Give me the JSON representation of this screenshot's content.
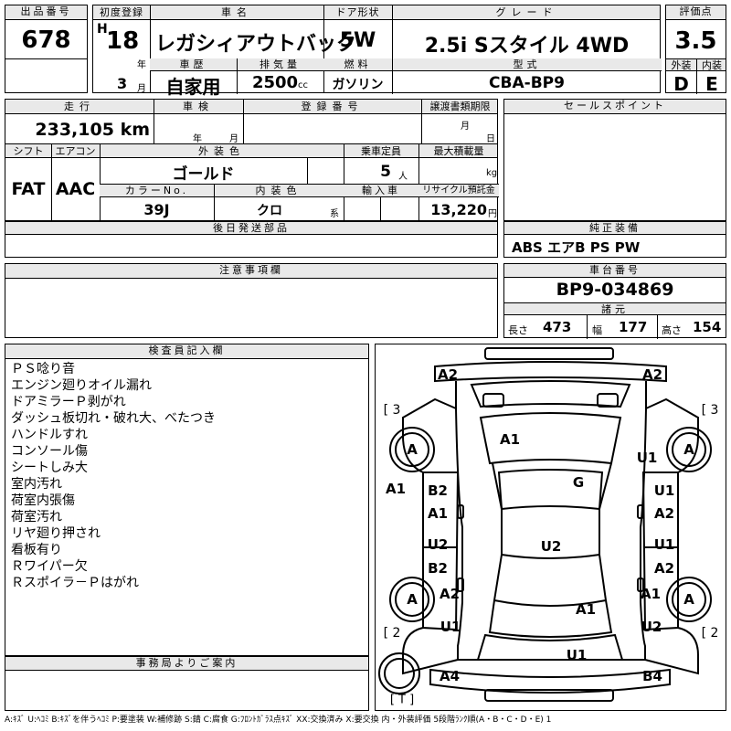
{
  "lot": {
    "label": "出品番号",
    "value": "678"
  },
  "reg": {
    "label": "初度登録",
    "era": "H",
    "year": "18",
    "year_unit": "年",
    "month": "3",
    "month_unit": "月"
  },
  "car_name": {
    "label": "車名",
    "value": "レガシィアウトバック"
  },
  "doors": {
    "label": "ドア形状",
    "value": "5W"
  },
  "grade": {
    "label": "グレード",
    "value": "2.5i Sスタイル 4WD"
  },
  "score": {
    "label": "評価点",
    "value": "3.5",
    "ext_label": "外装",
    "int_label": "内装",
    "ext": "D",
    "int": "E"
  },
  "history": {
    "label": "車歴",
    "value": "自家用"
  },
  "displacement": {
    "label": "排気量",
    "value": "2500",
    "unit": "cc"
  },
  "fuel": {
    "label": "燃料",
    "value": "ガソリン"
  },
  "model_code": {
    "label": "型式",
    "value": "CBA-BP9"
  },
  "mileage": {
    "label": "走行",
    "value": "233,105",
    "unit": "km"
  },
  "inspection": {
    "label": "車検",
    "year_unit": "年",
    "month_unit": "月"
  },
  "plate": {
    "label": "登録番号"
  },
  "transfer": {
    "label": "譲渡書類期限",
    "month_unit": "月",
    "day_unit": "日"
  },
  "shift": {
    "label": "シフト",
    "value": "FAT"
  },
  "aircon": {
    "label": "エアコン",
    "value": "AAC"
  },
  "exterior_color": {
    "label": "外装色",
    "value": "ゴールド"
  },
  "capacity": {
    "label": "乗車定員",
    "value": "5",
    "unit": "人"
  },
  "max_load": {
    "label": "最大積載量",
    "unit": "kg"
  },
  "color_no": {
    "label": "カラーNo.",
    "value": "39J"
  },
  "interior_color": {
    "label": "内装色",
    "value": "クロ",
    "unit": "系"
  },
  "import": {
    "label": "輸入車"
  },
  "recycle": {
    "label": "リサイクル預託金",
    "value": "13,220",
    "unit": "円"
  },
  "later_parts": {
    "label": "後日発送部品"
  },
  "sales_points": {
    "label": "セールスポイント"
  },
  "equipment": {
    "label": "純正装備",
    "value": "ABS エアB PS PW"
  },
  "caution": {
    "label": "注意事項欄"
  },
  "chassis": {
    "label": "車台番号",
    "value": "BP9-034869"
  },
  "dims": {
    "label": "諸元",
    "length_label": "長さ",
    "length": "473",
    "width_label": "幅",
    "width": "177",
    "height_label": "高さ",
    "height": "154"
  },
  "inspector": {
    "label": "検査員記入欄",
    "lines": [
      "ＰＳ唸り音",
      "エンジン廻りオイル漏れ",
      "ドアミラーＰ剥がれ",
      "ダッシュ板切れ・破れ大、べたつき",
      "ハンドルすれ",
      "コンソール傷",
      "シートしみ大",
      "室内汚れ",
      "荷室内張傷",
      "荷室汚れ",
      "リヤ廻り押され",
      "看板有り",
      "Ｒワイパー欠",
      "Ｒスポイラ－Ｐはがれ"
    ]
  },
  "office": {
    "label": "事務局よりご案内"
  },
  "diagram": {
    "bracket_3": "[ 3",
    "bracket_3r": "[ 3",
    "bracket_2": "[ 2",
    "bracket_2r": "[ 2",
    "bracket_t": "[ T ]",
    "marks": {
      "a2_fl": "A2",
      "a2_fr": "A2",
      "tire_fl": "A",
      "tire_fr": "A",
      "a1_hood": "A1",
      "u1_rfender": "U1",
      "a1_left": "A1",
      "g_glass": "G",
      "b2_ld": "B2",
      "a1_ld": "A1",
      "u1_rd": "U1",
      "a2_rd": "A2",
      "u2_lr": "U2",
      "b2_lr": "B2",
      "u2_roof": "U2",
      "u1_rr": "U1",
      "a2_rr": "A2",
      "tire_rl": "A",
      "a2_rl": "A2",
      "a1_rq": "A1",
      "tire_rr": "A",
      "u1_lr": "U1",
      "a1_trunk": "A1",
      "u2_rb": "U2",
      "u1_bumper": "U1",
      "a4_lb": "A4",
      "b4_rb": "B4"
    }
  },
  "legend": "A:ｷｽﾞ U:ﾍｺﾐ B:ｷｽﾞを伴うﾍｺﾐ P:要塗装 W:補修跡 S:錆 C:腐食 G:ﾌﾛﾝﾄｶﾞﾗｽ点ｷｽﾞ XX:交換済み X:要交換  内・外装評価 5段階ﾗﾝｸ順(A・B・C・D・E) 1"
}
